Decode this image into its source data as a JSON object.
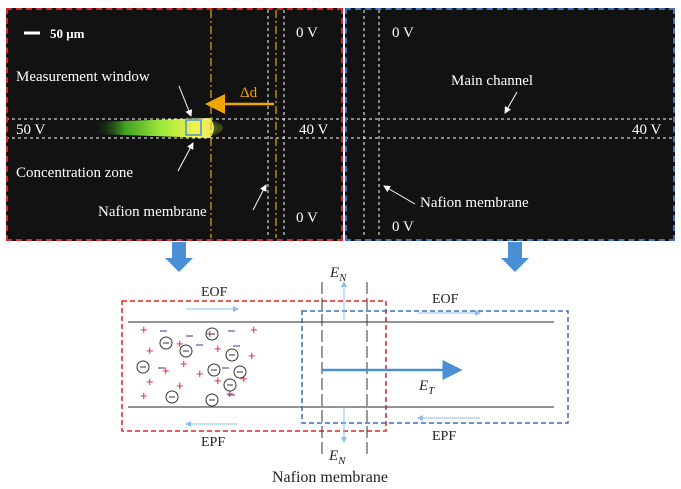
{
  "micrograph": {
    "scale_bar": "50 μm",
    "left_panel": {
      "top_voltage": "0 V",
      "bottom_voltage": "0 V",
      "left_voltage": "50 V",
      "right_voltage": "40 V",
      "measurement_window": "Measurement window",
      "delta_d": "Δd",
      "concentration_zone": "Concentration zone",
      "nafion_membrane": "Nafion membrane"
    },
    "right_panel": {
      "top_voltage": "0 V",
      "bottom_voltage": "0 V",
      "right_voltage": "40 V",
      "main_channel": "Main channel",
      "nafion_membrane": "Nafion membrane"
    }
  },
  "schematic": {
    "eof_left": "EOF",
    "eof_right": "EOF",
    "epf_left": "EPF",
    "epf_right": "EPF",
    "en_top": "E",
    "en_top_sub": "N",
    "en_bottom": "E",
    "en_bottom_sub": "N",
    "et": "E",
    "et_sub": "T",
    "caption": "Nafion membrane"
  },
  "colors": {
    "red_dash": "#d8262e",
    "blue_dash": "#3f6fbd",
    "arrow_blue": "#4a8fd3",
    "delta_orange": "#f0a500",
    "glow_green": "#7fe03a",
    "glow_yellow": "#f0f048"
  }
}
